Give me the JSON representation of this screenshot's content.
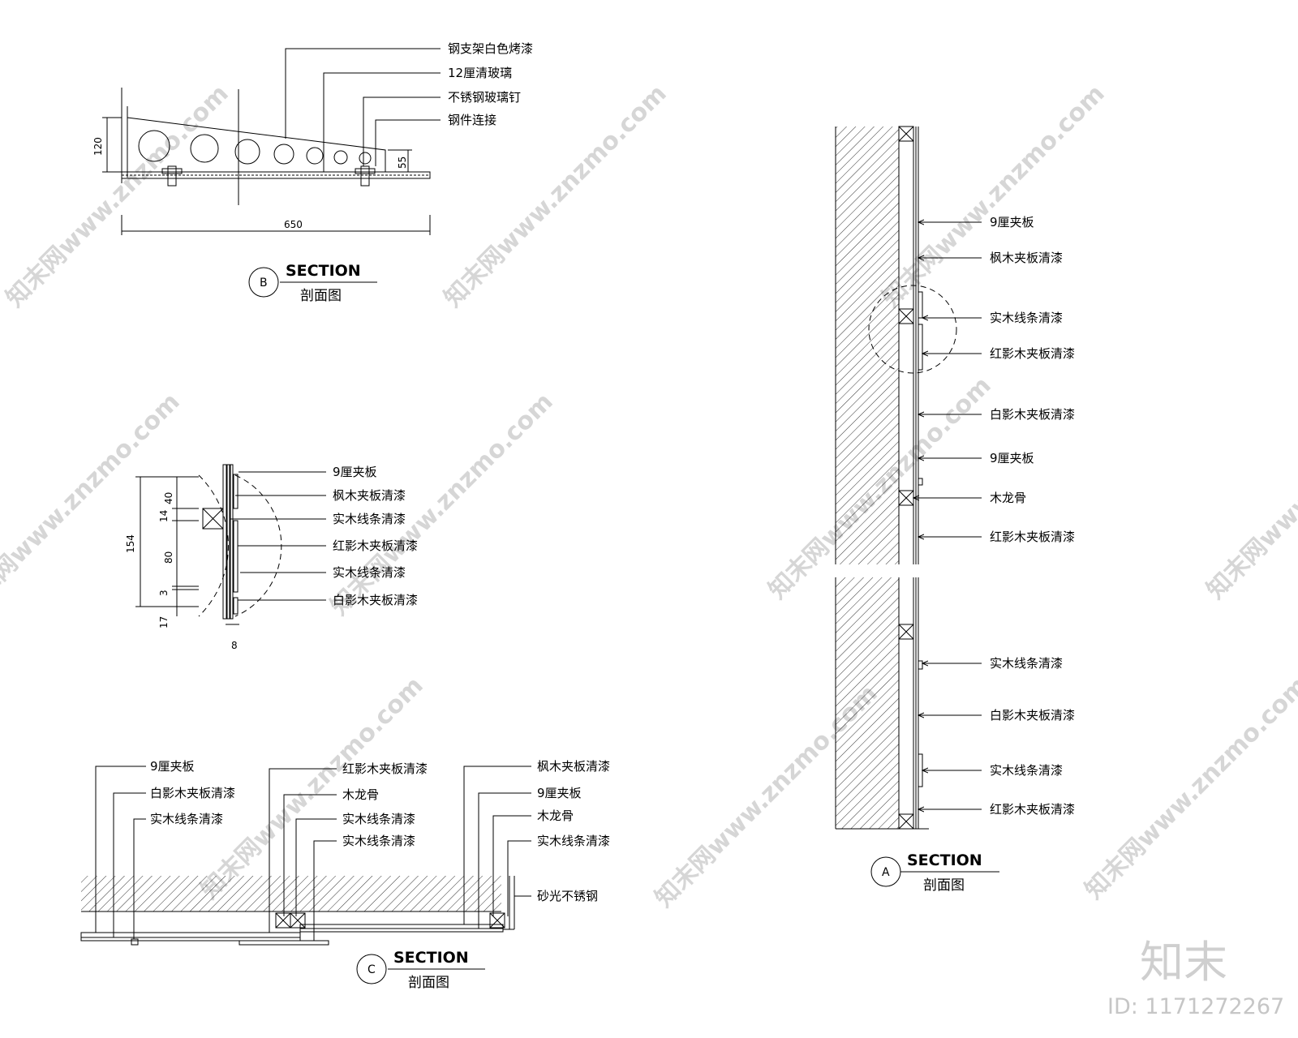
{
  "watermark": {
    "text": "知末网www.znzmo.com",
    "brand": "知末",
    "id_label": "ID: 1171272267"
  },
  "section_b": {
    "mark": "B",
    "title": "SECTION",
    "subtitle": "剖面图",
    "labels": [
      "钢支架白色烤漆",
      "12厘清玻璃",
      "不锈钢玻璃钉",
      "钢件连接"
    ],
    "dims": {
      "height": "120",
      "small_height": "55",
      "length": "650"
    }
  },
  "detail": {
    "labels": [
      "9厘夹板",
      "枫木夹板清漆",
      "实木线条清漆",
      "红影木夹板清漆",
      "实木线条清漆",
      "白影木夹板清漆"
    ],
    "dims": {
      "total": "154",
      "d40": "40",
      "d14": "14",
      "d80": "80",
      "d3": "3",
      "d17": "17",
      "d8": "8"
    }
  },
  "section_c": {
    "mark": "C",
    "title": "SECTION",
    "subtitle": "剖面图",
    "labels_left": [
      "9厘夹板",
      "白影木夹板清漆",
      "实木线条清漆"
    ],
    "labels_mid": [
      "红影木夹板清漆",
      "木龙骨",
      "实木线条清漆",
      "实木线条清漆"
    ],
    "labels_right": [
      "枫木夹板清漆",
      "9厘夹板",
      "木龙骨",
      "实木线条清漆"
    ],
    "label_steel": "砂光不锈钢"
  },
  "section_a": {
    "mark": "A",
    "title": "SECTION",
    "subtitle": "剖面图",
    "labels_upper": [
      "9厘夹板",
      "枫木夹板清漆",
      "实木线条清漆",
      "红影木夹板清漆",
      "白影木夹板清漆",
      "9厘夹板",
      "木龙骨",
      "红影木夹板清漆"
    ],
    "labels_lower": [
      "实木线条清漆",
      "白影木夹板清漆",
      "实木线条清漆",
      "红影木夹板清漆"
    ]
  }
}
